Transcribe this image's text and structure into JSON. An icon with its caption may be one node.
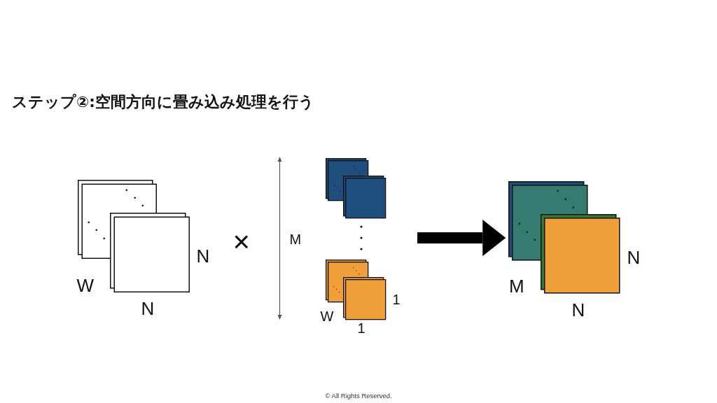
{
  "diagram": {
    "title": "ステップ②:空間方向に畳み込み処理を行う",
    "nodes": [
      {
        "text": [],
        "shape": "box",
        "beside": [
          "N",
          "N"
        ]
      },
      {
        "text": [],
        "shape": "box"
      },
      {
        "text": [],
        "shape": "box",
        "beside": [
          "1",
          "1"
        ]
      },
      {
        "text": [],
        "shape": "box",
        "beside": [
          "N",
          "N"
        ]
      }
    ],
    "edges": [
      {
        "from": null,
        "to": 3,
        "arrow": "to"
      }
    ],
    "labels": [
      "W",
      "×",
      "M",
      "W",
      "M",
      "© All Rights Reserved."
    ]
  }
}
